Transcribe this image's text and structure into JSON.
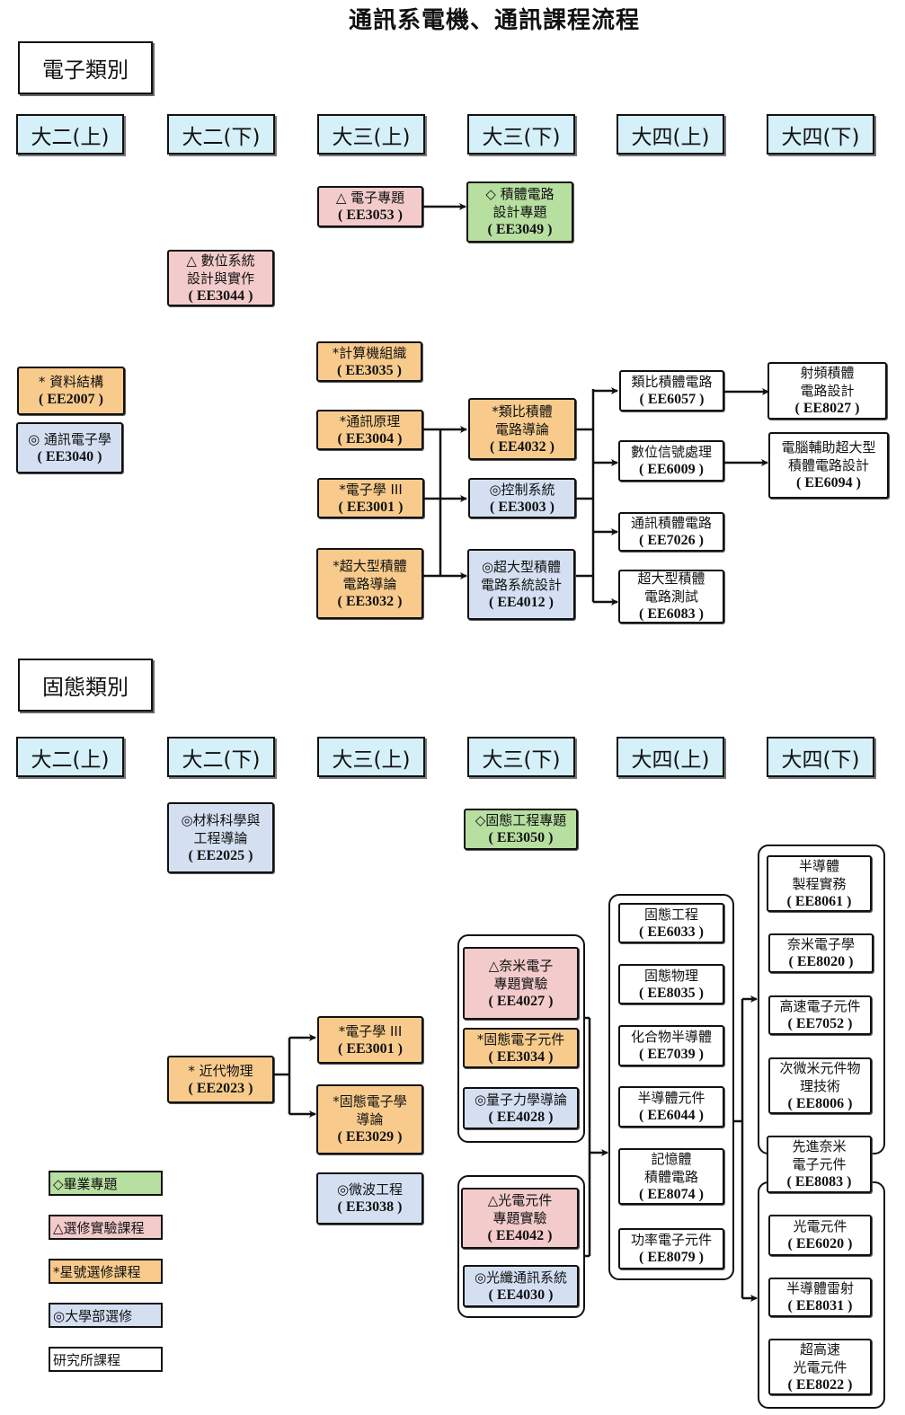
{
  "title": "通訊系電機、通訊課程流程",
  "colors": {
    "orange": "#f8cb8c",
    "blue": "#d4e0f2",
    "pink": "#f3cbcb",
    "green": "#b7dfa0",
    "white": "#ffffff",
    "semester": "#d5f0f8"
  },
  "sections": [
    {
      "label": "電子類別",
      "semesters": [
        "大二(上)",
        "大二(下)",
        "大三(上)",
        "大三(下)",
        "大四(上)",
        "大四(下)"
      ]
    },
    {
      "label": "固態類別",
      "semesters": [
        "大二(上)",
        "大二(下)",
        "大三(上)",
        "大三(下)",
        "大四(上)",
        "大四(下)"
      ]
    }
  ],
  "courses": {
    "ee3053": {
      "type": "pink",
      "lines": [
        "△ 電子專題",
        "( EE3053 )"
      ]
    },
    "ee3049": {
      "type": "green",
      "lines": [
        "◇ 積體電路",
        "設計專題",
        "( EE3049 )"
      ]
    },
    "ee3044": {
      "type": "pink",
      "lines": [
        "△ 數位系統",
        "設計與實作",
        "( EE3044 )"
      ]
    },
    "ee3035": {
      "type": "orange",
      "lines": [
        "*計算機組織",
        "( EE3035 )"
      ]
    },
    "ee2007": {
      "type": "orange",
      "lines": [
        "* 資料結構",
        "( EE2007 )"
      ]
    },
    "ee3040": {
      "type": "blue",
      "lines": [
        "◎ 通訊電子學",
        "( EE3040 )"
      ]
    },
    "ee3004": {
      "type": "orange",
      "lines": [
        "*通訊原理",
        "( EE3004 )"
      ]
    },
    "ee3001a": {
      "type": "orange",
      "lines": [
        "*電子學 III",
        "( EE3001 )"
      ]
    },
    "ee3032": {
      "type": "orange",
      "lines": [
        "*超大型積體",
        "電路導論",
        "( EE3032 )"
      ]
    },
    "ee4032": {
      "type": "orange",
      "lines": [
        "*類比積體",
        "電路導論",
        "( EE4032 )"
      ]
    },
    "ee3003": {
      "type": "blue",
      "lines": [
        "◎控制系統",
        "( EE3003 )"
      ]
    },
    "ee4012": {
      "type": "blue",
      "lines": [
        "◎超大型積體",
        "電路系統設計",
        "( EE4012 )"
      ]
    },
    "ee6057": {
      "type": "white",
      "lines": [
        "類比積體電路",
        "( EE6057 )"
      ]
    },
    "ee6009": {
      "type": "white",
      "lines": [
        "數位信號處理",
        "( EE6009 )"
      ]
    },
    "ee7026": {
      "type": "white",
      "lines": [
        "通訊積體電路",
        "( EE7026 )"
      ]
    },
    "ee6083": {
      "type": "white",
      "lines": [
        "超大型積體",
        "電路測試",
        "( EE6083 )"
      ]
    },
    "ee8027": {
      "type": "white",
      "lines": [
        "射頻積體",
        "電路設計",
        "( EE8027 )"
      ]
    },
    "ee6094": {
      "type": "white",
      "lines": [
        "電腦輔助超大型",
        "積體電路設計",
        "( EE6094 )"
      ]
    },
    "ee2025": {
      "type": "blue",
      "lines": [
        "◎材料科學與",
        "工程導論",
        "( EE2025 )"
      ]
    },
    "ee3050": {
      "type": "green",
      "lines": [
        "◇固態工程專題",
        "( EE3050 )"
      ]
    },
    "ee2023": {
      "type": "orange",
      "lines": [
        "* 近代物理",
        "( EE2023 )"
      ]
    },
    "ee3001b": {
      "type": "orange",
      "lines": [
        "*電子學 III",
        "( EE3001 )"
      ]
    },
    "ee3029": {
      "type": "orange",
      "lines": [
        "*固態電子學",
        "導論",
        "( EE3029 )"
      ]
    },
    "ee3038": {
      "type": "blue",
      "lines": [
        "◎微波工程",
        "( EE3038 )"
      ]
    },
    "ee4027": {
      "type": "pink",
      "lines": [
        "△奈米電子",
        "專題實驗",
        "( EE4027 )"
      ]
    },
    "ee3034": {
      "type": "orange",
      "lines": [
        "*固態電子元件",
        "( EE3034 )"
      ]
    },
    "ee4028": {
      "type": "blue",
      "lines": [
        "◎量子力學導論",
        "( EE4028 )"
      ]
    },
    "ee4042": {
      "type": "pink",
      "lines": [
        "△光電元件",
        "專題實驗",
        "( EE4042 )"
      ]
    },
    "ee4030": {
      "type": "blue",
      "lines": [
        "◎光纖通訊系統",
        "( EE4030 )"
      ]
    },
    "ee6033": {
      "type": "white",
      "lines": [
        "固態工程",
        "( EE6033 )"
      ]
    },
    "ee8035": {
      "type": "white",
      "lines": [
        "固態物理",
        "( EE8035 )"
      ]
    },
    "ee7039": {
      "type": "white",
      "lines": [
        "化合物半導體",
        "( EE7039 )"
      ]
    },
    "ee6044": {
      "type": "white",
      "lines": [
        "半導體元件",
        "( EE6044 )"
      ]
    },
    "ee8074": {
      "type": "white",
      "lines": [
        "記憶體",
        "積體電路",
        "( EE8074 )"
      ]
    },
    "ee8079": {
      "type": "white",
      "lines": [
        "功率電子元件",
        "( EE8079 )"
      ]
    },
    "ee8061": {
      "type": "white",
      "lines": [
        "半導體",
        "製程實務",
        "( EE8061 )"
      ]
    },
    "ee8020": {
      "type": "white",
      "lines": [
        "奈米電子學",
        "( EE8020 )"
      ]
    },
    "ee7052": {
      "type": "white",
      "lines": [
        "高速電子元件",
        "( EE7052 )"
      ]
    },
    "ee8006": {
      "type": "white",
      "lines": [
        "次微米元件物",
        "理技術",
        "( EE8006 )"
      ]
    },
    "ee8083": {
      "type": "white",
      "lines": [
        "先進奈米",
        "電子元件",
        "( EE8083 )"
      ]
    },
    "ee6020": {
      "type": "white",
      "lines": [
        "光電元件",
        "( EE6020 )"
      ]
    },
    "ee8031": {
      "type": "white",
      "lines": [
        "半導體雷射",
        "( EE8031 )"
      ]
    },
    "ee8022": {
      "type": "white",
      "lines": [
        "超高速",
        "光電元件",
        "( EE8022 )"
      ]
    }
  },
  "legend": [
    {
      "type": "green",
      "label": "◇畢業專題"
    },
    {
      "type": "pink",
      "label": "△選修實驗課程"
    },
    {
      "type": "orange",
      "label": "*星號選修課程"
    },
    {
      "type": "blue",
      "label": "◎大學部選修"
    },
    {
      "type": "white",
      "label": "研究所課程"
    }
  ]
}
